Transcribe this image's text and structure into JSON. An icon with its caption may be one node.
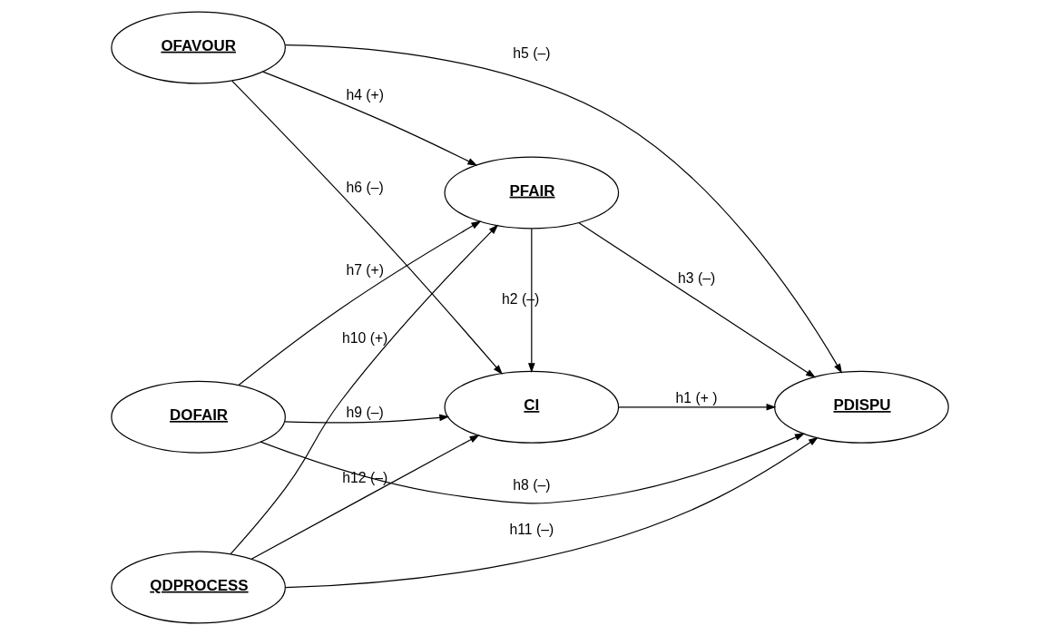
{
  "diagram": {
    "nodes": [
      {
        "text": [
          "OFAVOUR"
        ]
      },
      {
        "text": [
          "PFAIR"
        ]
      },
      {
        "text": [
          "DOFAIR"
        ]
      },
      {
        "text": [
          "PDISPU"
        ]
      },
      {
        "text": [
          "QDPROCESS"
        ]
      },
      {
        "text": [
          "CI"
        ]
      }
    ],
    "edges": [
      {
        "from": 0,
        "to": 1,
        "arrow": "to",
        "label": "h4 (+)"
      },
      {
        "from": 0,
        "to": 3,
        "arrow": "to",
        "label": "h5 (–)"
      },
      {
        "from": 0,
        "to": 5,
        "arrow": "to",
        "label": "h6 (–)"
      },
      {
        "from": 2,
        "to": 1,
        "arrow": "to",
        "label": "h7 (+)"
      },
      {
        "from": 2,
        "to": 3,
        "arrow": "to",
        "label": "h8 (–)"
      },
      {
        "from": 2,
        "to": 5,
        "arrow": "to",
        "label": "h9 (–)"
      },
      {
        "from": 4,
        "to": 1,
        "arrow": "to",
        "label": "h10 (+)"
      },
      {
        "from": 4,
        "to": 3,
        "arrow": "to",
        "label": "h11 (–)"
      },
      {
        "from": 4,
        "to": 5,
        "arrow": "to",
        "label": "h12 (–)"
      },
      {
        "from": 1,
        "to": 5,
        "arrow": "to",
        "label": "h2 (–)"
      },
      {
        "from": 1,
        "to": 3,
        "arrow": "to",
        "label": "h3 (–)"
      },
      {
        "from": 5,
        "to": 3,
        "arrow": "to",
        "label": "h1 (+ )"
      }
    ]
  }
}
